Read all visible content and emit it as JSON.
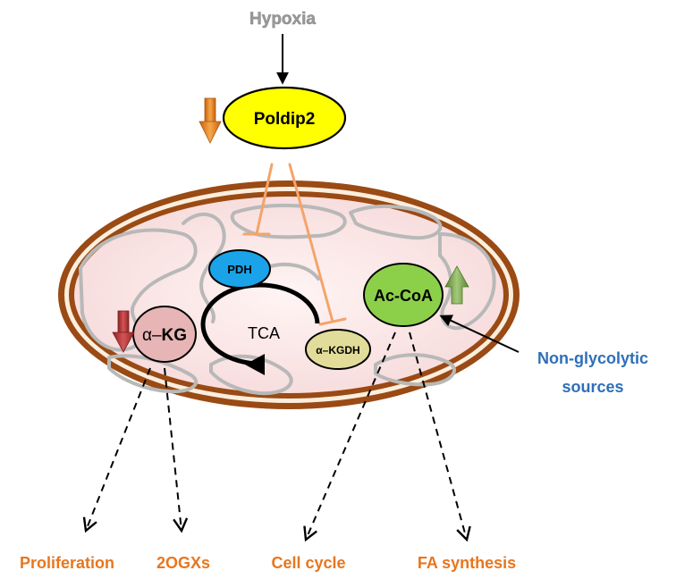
{
  "stimulus": {
    "label": "Hypoxia"
  },
  "poldip2": {
    "label": "Poldip2",
    "change": "down"
  },
  "pdh": {
    "label": "PDH"
  },
  "tca": {
    "label": "TCA"
  },
  "akgdh": {
    "label": "α–KGDH"
  },
  "akg": {
    "label_prefix": "α–",
    "label_main": "KG",
    "change": "down"
  },
  "accoa": {
    "label": "Ac-CoA",
    "change": "up"
  },
  "source": {
    "line1": "Non-glycolytic",
    "line2": "sources"
  },
  "outcomes": {
    "proliferation": "Proliferation",
    "ogxs": "2OGXs",
    "cell_cycle": "Cell cycle",
    "fa_synthesis": "FA synthesis"
  },
  "colors": {
    "hypoxia_text": "#9a9a9a",
    "poldip2_fill": "#ffff00",
    "inhibit_line": "#f4a46a",
    "pdh_fill": "#1aa3e8",
    "akgdh_fill": "#e2dc9a",
    "akg_fill": "#e7b5b5",
    "accoa_fill": "#8cd04a",
    "membrane_outer": "#9a4a14",
    "matrix_fill": "#fbeaea",
    "cristae_stroke": "#b8b8b8",
    "source_text": "#2f6fb8",
    "outcome_text": "#e8761e",
    "down_arrow_orange": "#ef8a1e",
    "down_arrow_red": "#c0393b",
    "up_arrow_green": "#7eab4e"
  }
}
